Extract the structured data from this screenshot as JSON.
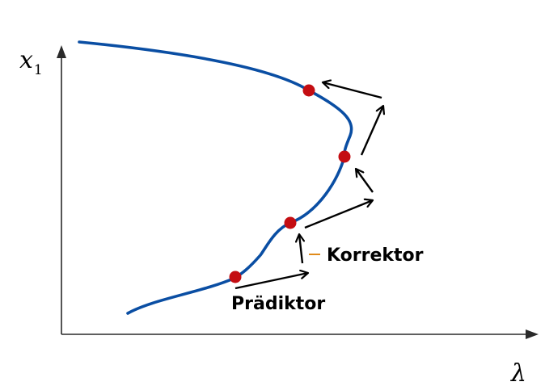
{
  "diagram": {
    "y_axis_label": "x",
    "y_axis_subscript": "1",
    "x_axis_label": "λ",
    "annotation_korrektor": "Korrektor",
    "annotation_praediktor": "Prädiktor",
    "colors": {
      "curve": "#0a4ea3",
      "points": "#c40d12",
      "arrows": "#000000",
      "korrektor_marker": "#e08a1a"
    },
    "points_count": 4
  }
}
